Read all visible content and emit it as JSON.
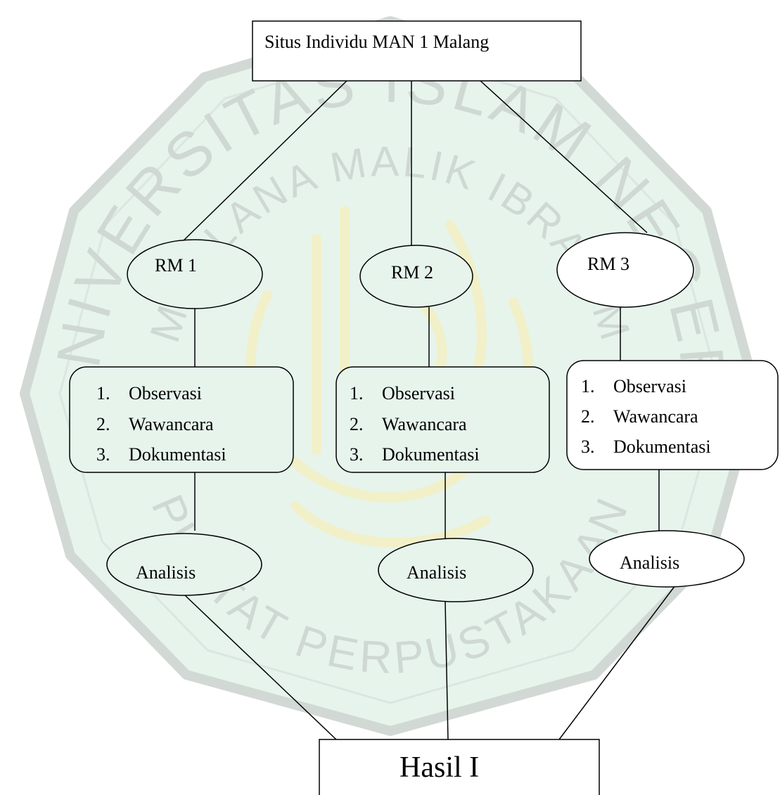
{
  "diagram": {
    "root": {
      "label": "Situs Individu MAN 1 Malang"
    },
    "branches": [
      {
        "rm_label": "RM 1",
        "methods": [
          "Observasi",
          "Wawancara",
          "Dokumentasi"
        ],
        "analysis_label": "Analisis"
      },
      {
        "rm_label": "RM 2",
        "methods": [
          "Observasi",
          "Wawancara",
          "Dokumentasi"
        ],
        "analysis_label": "Analisis"
      },
      {
        "rm_label": "RM 3",
        "methods": [
          "Observasi",
          "Wawancara",
          "Dokumentasi"
        ],
        "analysis_label": "Analisis"
      }
    ],
    "result": {
      "label": "Hasil I"
    },
    "method_numbers": [
      "1.",
      "2.",
      "3."
    ]
  },
  "watermark": {
    "outer_text": "UNIVERSITAS ISLAM NEGERI",
    "inner_text": "MAULANA MALIK IBRAHIM",
    "bottom_text": "PUSTAT PERPUSTAKAAN",
    "fill_color": "#e6f4ec",
    "ring_color": "#d2d9d5",
    "calligraphy_color": "#f2f0c8"
  }
}
